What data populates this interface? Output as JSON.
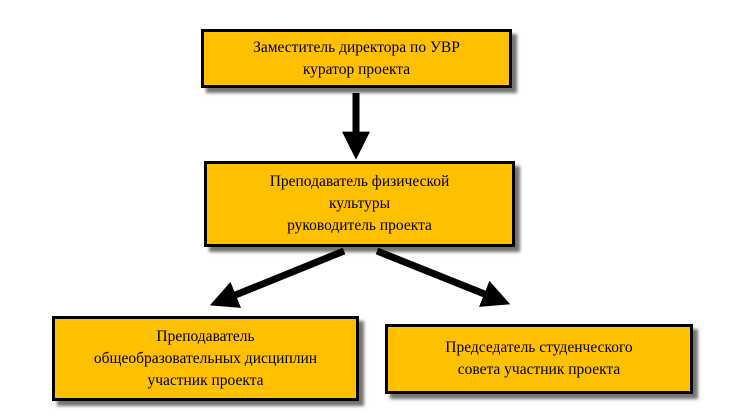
{
  "diagram": {
    "nodes": {
      "deputy": {
        "lines": [
          "Заместитель директора по УВР",
          "куратор проекта"
        ]
      },
      "pe_teacher": {
        "lines": [
          "Преподаватель физической",
          "культуры",
          "руководитель проекта"
        ]
      },
      "general_teacher": {
        "lines": [
          "Преподаватель",
          "общеобразовательных дисциплин",
          "участник проекта"
        ]
      },
      "council_chair": {
        "lines": [
          "Председатель студенческого",
          "совета участник проекта"
        ]
      }
    },
    "edges": [
      {
        "from": "deputy",
        "to": "pe_teacher"
      },
      {
        "from": "pe_teacher",
        "to": "general_teacher"
      },
      {
        "from": "pe_teacher",
        "to": "council_chair"
      }
    ],
    "colors": {
      "box_fill": "#FFC000",
      "box_border": "#000000",
      "arrow": "#000000"
    }
  }
}
